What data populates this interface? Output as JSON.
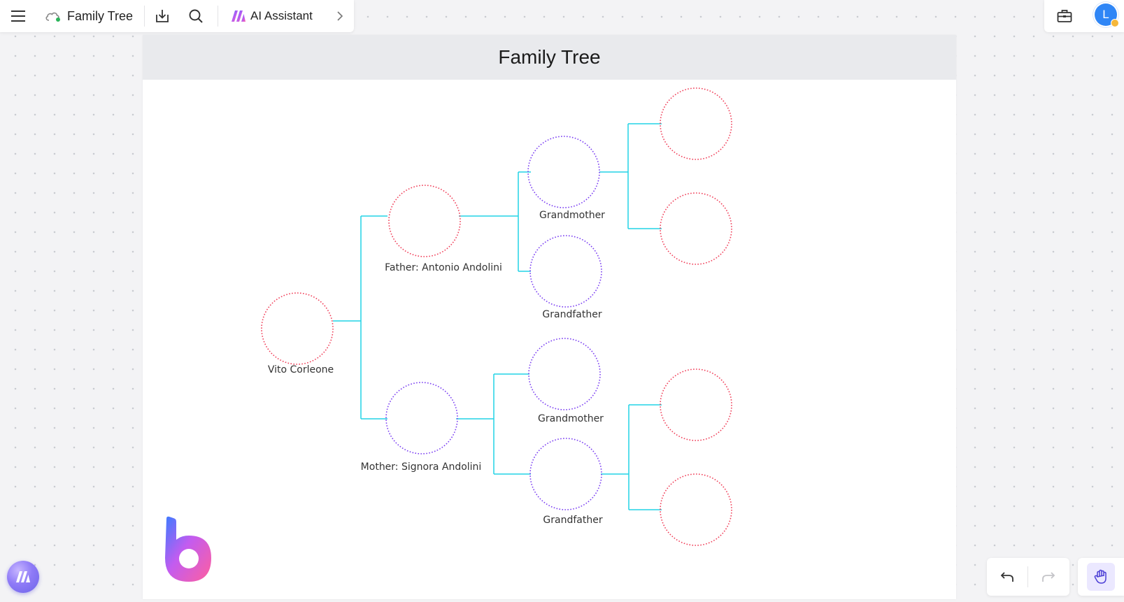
{
  "toolbar": {
    "menu_icon": "hamburger-menu-icon",
    "cloud_icon": "cloud-synced-icon",
    "document_title": "Family Tree",
    "download_icon": "download-icon",
    "search_icon": "search-icon",
    "ai_assistant_label": "AI Assistant",
    "ai_logo_icon": "ai-assistant-logo-icon",
    "expand_icon": "chevron-right-icon"
  },
  "top_right": {
    "toolbox_icon": "toolbox-icon",
    "avatar_initial": "L"
  },
  "canvas": {
    "title": "Family Tree",
    "colors": {
      "female_circle": "#f0405a",
      "male_circle": "#7b3ff2",
      "connector": "#22d3e6",
      "header_bg": "#e9eaed"
    },
    "tree": {
      "root": {
        "label": "Vito Corleone",
        "color": "female"
      },
      "father": {
        "label": "Father: Antonio Andolini",
        "color": "female"
      },
      "mother": {
        "label": "Mother: Signora Andolini",
        "color": "male"
      },
      "paternal_grandmother": {
        "label": "Grandmother",
        "color": "male"
      },
      "paternal_grandfather": {
        "label": "Grandfather",
        "color": "male"
      },
      "maternal_grandmother": {
        "label": "Grandmother",
        "color": "male"
      },
      "maternal_grandfather": {
        "label": "Grandfather",
        "color": "male"
      },
      "great_grandparents": [
        "",
        "",
        "",
        ""
      ]
    }
  },
  "bottom": {
    "brand_logo": "boardmix-logo-icon",
    "ai_fab_icon": "ai-assistant-fab-icon",
    "undo_icon": "undo-icon",
    "redo_icon": "redo-icon",
    "hand_tool_icon": "hand-tool-icon"
  }
}
